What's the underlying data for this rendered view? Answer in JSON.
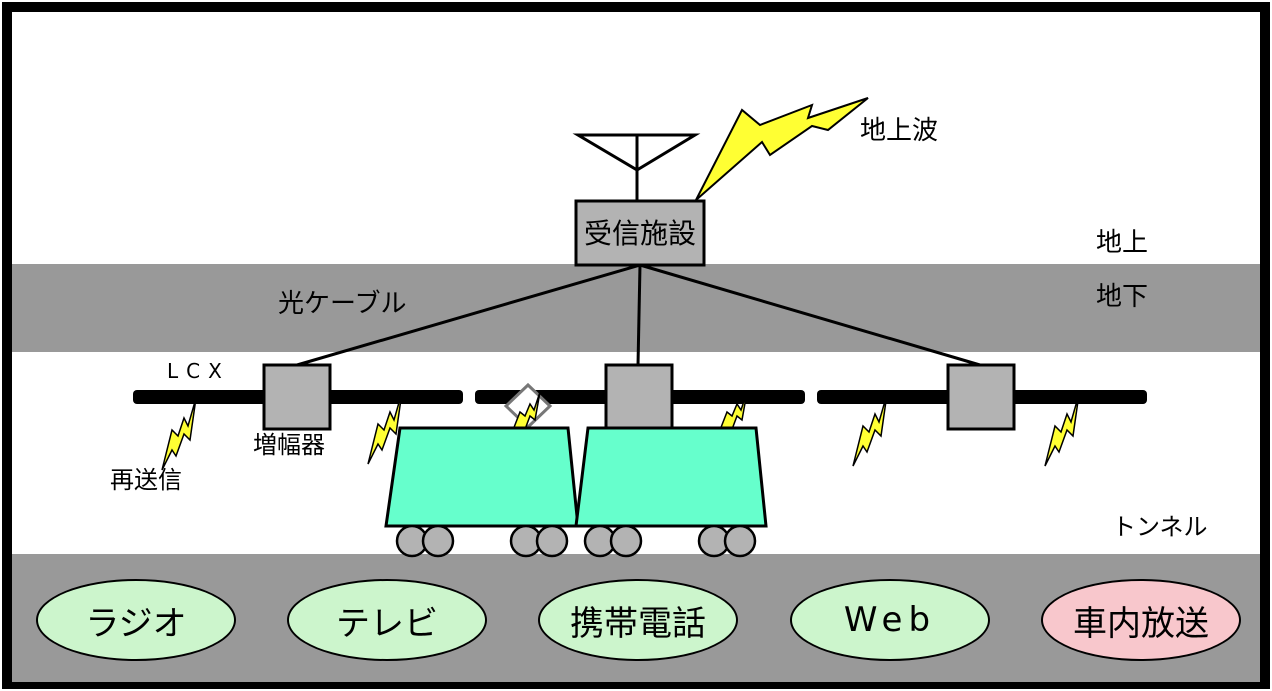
{
  "labels": {
    "terrestrial_wave": "地上波",
    "receiving_facility": "受信施設",
    "above_ground": "地上",
    "underground": "地下",
    "optical_cable": "光ケーブル",
    "lcx": "LCX",
    "amplifier": "増幅器",
    "retransmission": "再送信",
    "tunnel": "トンネル"
  },
  "services": [
    {
      "label": "ラジオ",
      "color": "#ccf5cc"
    },
    {
      "label": "テレビ",
      "color": "#ccf5cc"
    },
    {
      "label": "携帯電話",
      "color": "#ccf5cc"
    },
    {
      "label": "Web",
      "color": "#ccf5cc"
    },
    {
      "label": "車内放送",
      "color": "#f8c7cc"
    }
  ],
  "colors": {
    "ground_band": "#999999",
    "device_fill": "#b3b3b3",
    "train_fill": "#66ffcc",
    "lightning_fill": "#ffff33",
    "wheel_fill": "#b3b3b3"
  }
}
